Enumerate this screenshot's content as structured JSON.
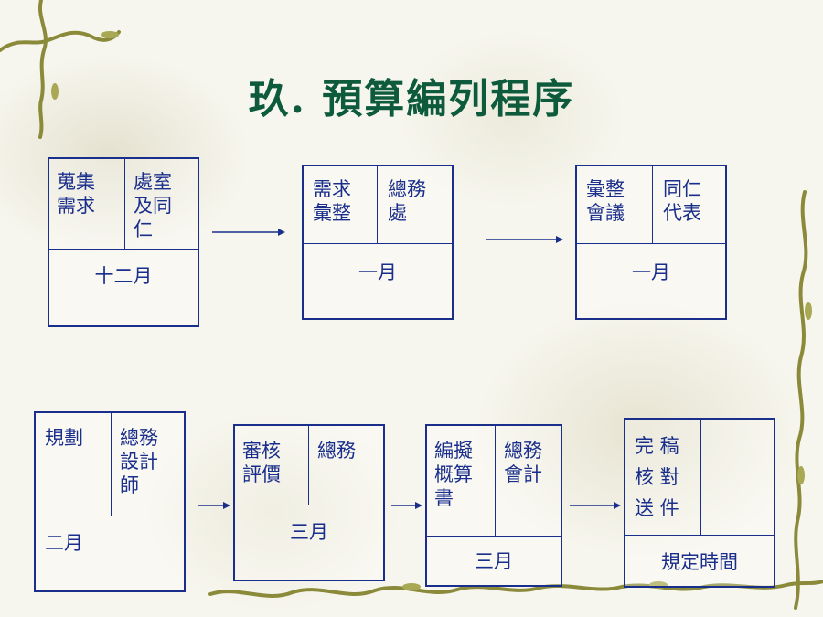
{
  "title": "玖. 預算編列程序",
  "steps": [
    {
      "left": "蒐集\n需求",
      "right": "處室\n及同\n仁",
      "month": "十二月"
    },
    {
      "left": "需求\n彙整",
      "right": "總務\n處",
      "month": "一月"
    },
    {
      "left": "彙整\n會議",
      "right": "同仁\n代表",
      "month": "一月"
    },
    {
      "left": "規劃",
      "right": "總務\n設計\n師",
      "month": "二月"
    },
    {
      "left": "審核\n評價",
      "right": "總務",
      "month": "三月"
    },
    {
      "left": "編擬\n概算\n書",
      "right": "總務\n會計",
      "month": "三月"
    },
    {
      "left": "完 稿\n核 對\n送 件",
      "right": "",
      "month": "規定時間"
    }
  ],
  "colors": {
    "title": "#0d5a3c",
    "line": "#1a2e8c",
    "vine": "#8a8a3a"
  }
}
